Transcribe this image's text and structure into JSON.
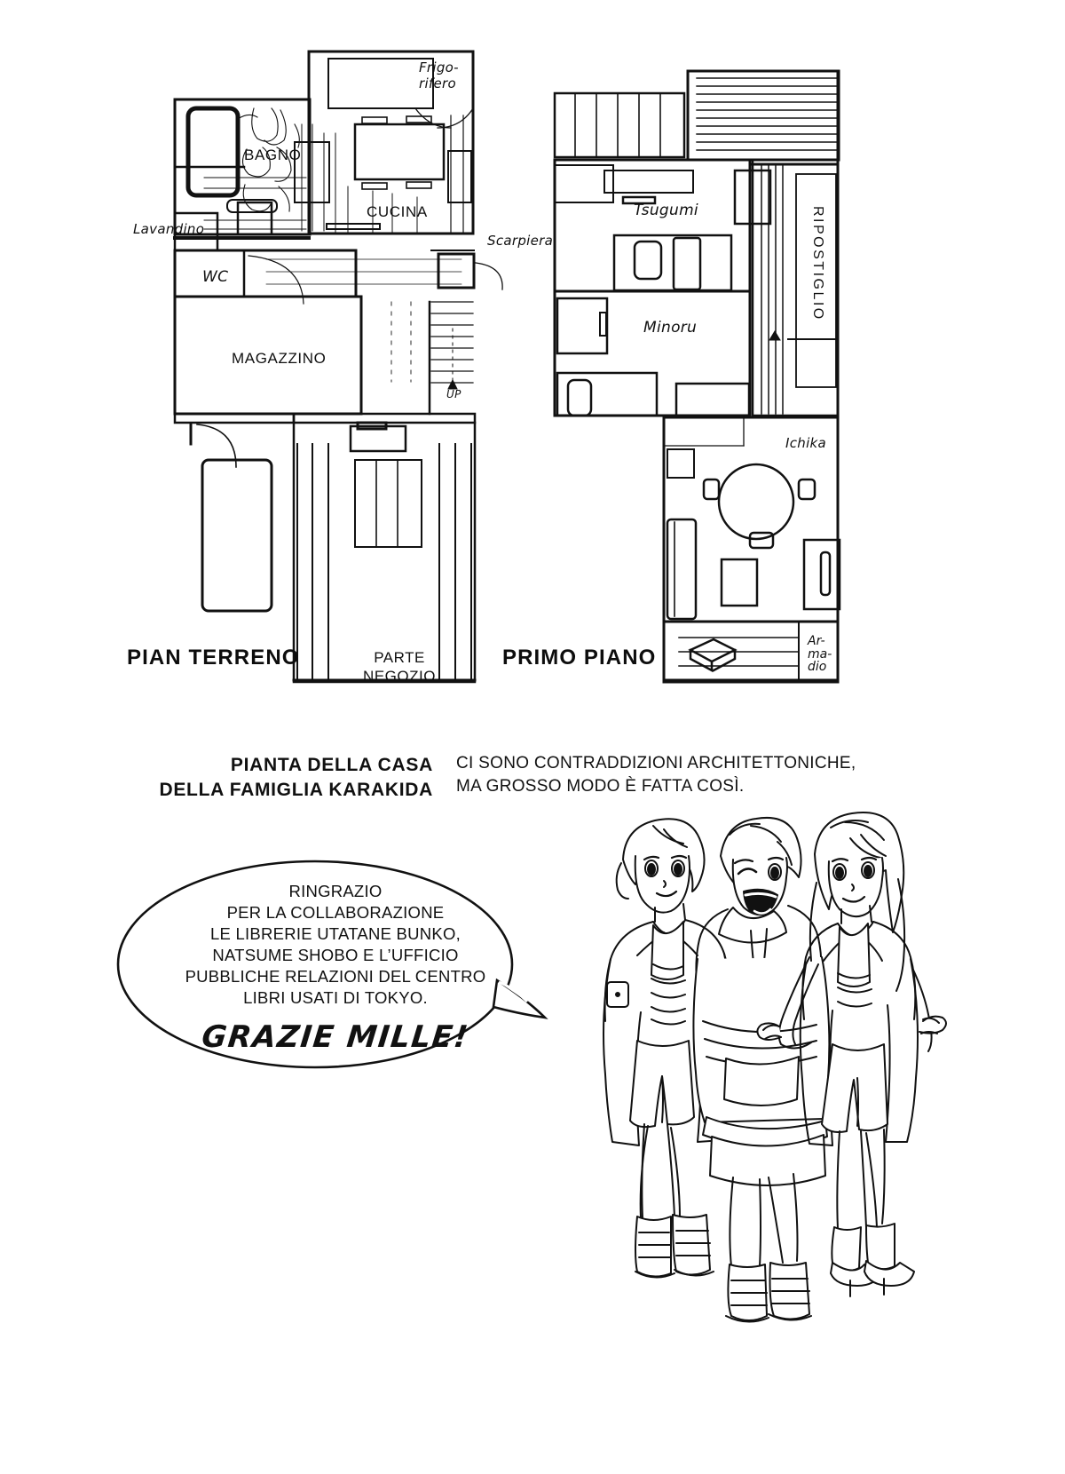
{
  "page": {
    "background_color": "#ffffff",
    "ink_color": "#111111"
  },
  "ground_floor": {
    "title": "PIAN TERRENO",
    "rooms": [
      {
        "name": "BAGNO",
        "style": "print"
      },
      {
        "name": "CUCINA",
        "style": "print"
      },
      {
        "name": "MAGAZZINO",
        "style": "print"
      },
      {
        "name": "WC",
        "style": "hand"
      }
    ],
    "annotations": [
      {
        "name": "Frigo-",
        "style": "hand"
      },
      {
        "name": "rifero",
        "style": "hand"
      },
      {
        "name": "Lavandino",
        "style": "hand"
      },
      {
        "name": "Scarpiera",
        "style": "hand"
      },
      {
        "name": "UP",
        "style": "hand"
      }
    ],
    "shop_label_line1": "PARTE",
    "shop_label_line2": "NEGOZIO"
  },
  "first_floor": {
    "title": "PRIMO PIANO",
    "rooms": [
      {
        "name": "Tsugumi",
        "style": "hand"
      },
      {
        "name": "Minoru",
        "style": "hand"
      },
      {
        "name": "Ichika",
        "style": "hand"
      },
      {
        "name": "RIPOSTIGLIO",
        "style": "vertical"
      }
    ],
    "annotations": [
      {
        "name": "Ar-",
        "style": "hand"
      },
      {
        "name": "ma-",
        "style": "hand"
      },
      {
        "name": "dio",
        "style": "hand"
      }
    ]
  },
  "caption": {
    "title_line1": "PIANTA DELLA CASA",
    "title_line2": "DELLA FAMIGLIA KARAKIDA",
    "note_line1": "CI SONO CONTRADDIZIONI ARCHITETTONICHE,",
    "note_line2": "MA GROSSO MODO È FATTA COSÌ."
  },
  "balloon": {
    "lines": [
      "RINGRAZIO",
      "PER LA COLLABORAZIONE",
      "LE LIBRERIE UTATANE BUNKO,",
      "NATSUME SHOBO E L’UFFICIO",
      "PUBBLICHE RELAZIONI DEL CENTRO",
      "LIBRI USATI DI TOKYO."
    ],
    "emphasis": "GRAZIE MILLE!"
  },
  "characters": {
    "description": "three-girls-group-illustration",
    "count": 3
  }
}
